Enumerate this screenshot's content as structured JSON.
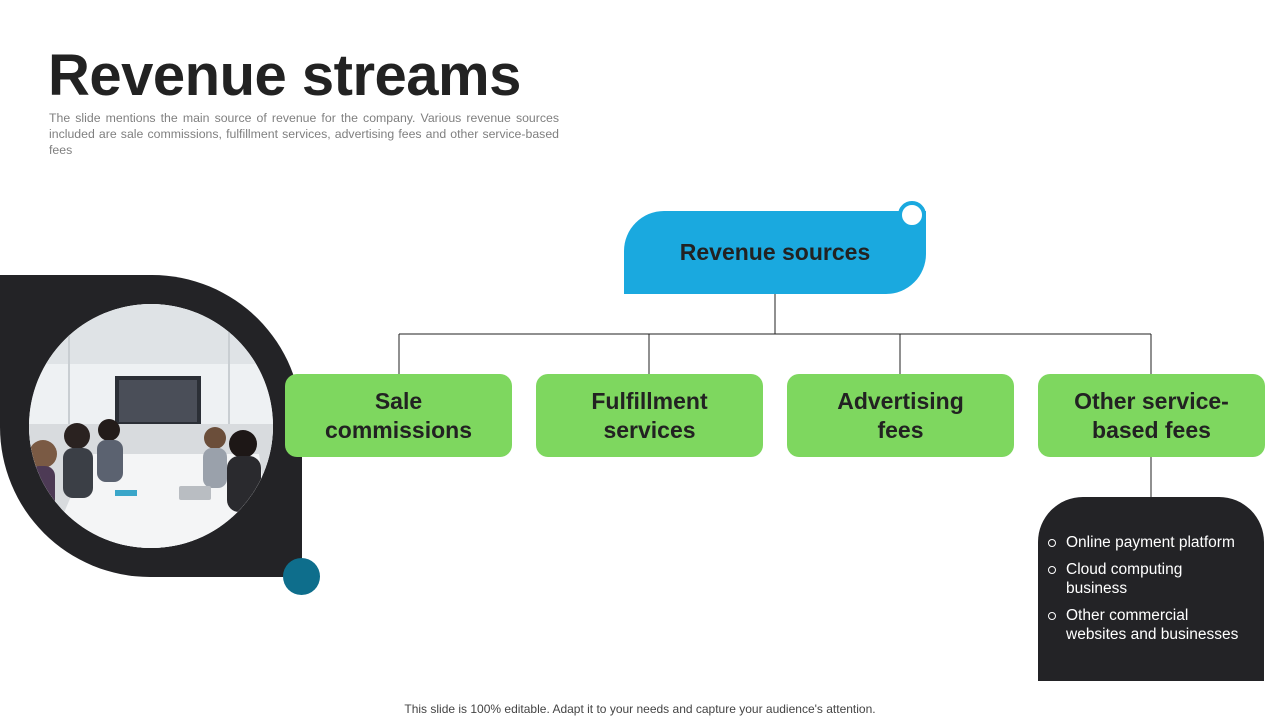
{
  "title": "Revenue streams",
  "subtitle": "The slide mentions the main source of revenue for the company. Various revenue sources included are sale commissions, fulfillment services, advertising fees and other service-based fees",
  "root": {
    "label": "Revenue sources"
  },
  "children": [
    {
      "line1": "Sale",
      "line2": "commissions"
    },
    {
      "line1": "Fulfillment",
      "line2": "services"
    },
    {
      "line1": "Advertising",
      "line2": "fees"
    },
    {
      "line1": "Other service-",
      "line2": "based fees"
    }
  ],
  "details": [
    {
      "line1": "Online payment platform",
      "line2": ""
    },
    {
      "line1": "Cloud computing",
      "line2": "business"
    },
    {
      "line1": "Other commercial",
      "line2": "websites and businesses"
    }
  ],
  "footer": "This slide is 100% editable. Adapt it to your needs and capture your audience's attention.",
  "colors": {
    "root": "#1aa9df",
    "child": "#7ed75f",
    "dark": "#232326",
    "accent_dot": "#0e6e8c"
  },
  "icons": [
    "meeting-photo",
    "decorative-ring",
    "decorative-dot"
  ]
}
